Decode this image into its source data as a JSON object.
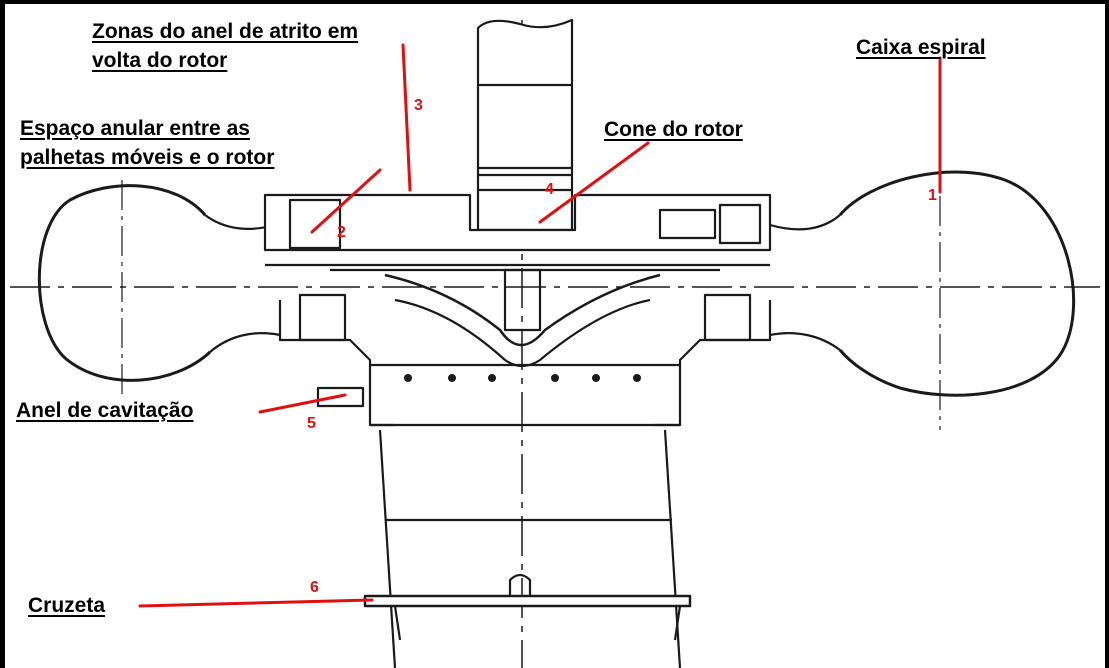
{
  "labels": {
    "friction_zone_line1": "Zonas do anel de atrito em",
    "friction_zone_line2": "volta do rotor",
    "spiral_case": "Caixa espiral",
    "annular_space_line1": "Espaço anular entre as",
    "annular_space_line2": "palhetas móveis e o rotor",
    "rotor_cone": "Cone do rotor",
    "cavitation_ring": "Anel de cavitação",
    "crosspiece": "Cruzeta"
  },
  "numbers": {
    "n1": "1",
    "n2": "2",
    "n3": "3",
    "n4": "4",
    "n5": "5",
    "n6": "6"
  },
  "colors": {
    "leader": "#e01010",
    "text": "#000000",
    "drawing": "#1a1a1a"
  }
}
